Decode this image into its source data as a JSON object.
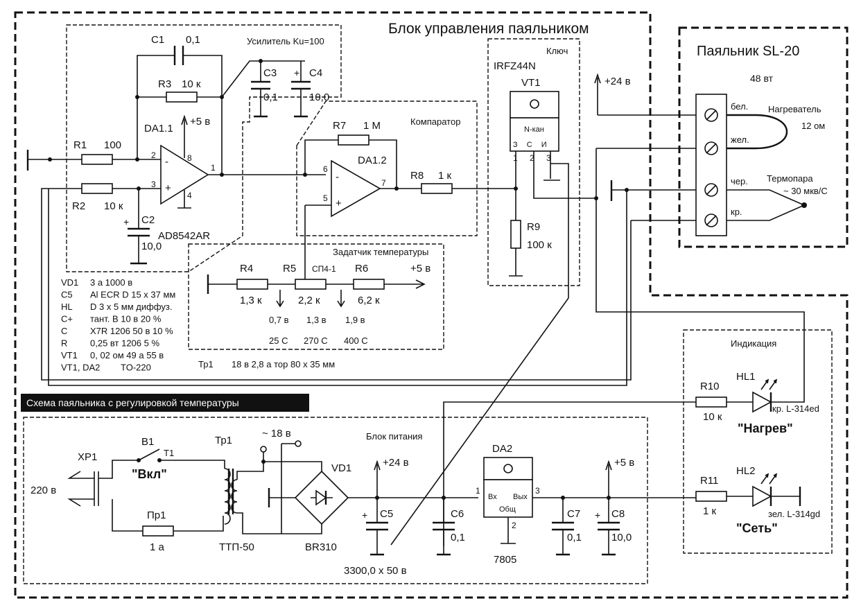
{
  "title_control": "Блок управления паяльником",
  "title_iron": "Паяльник SL-20",
  "iron_power": "48 вт",
  "caption": "Схема паяльника с регулировкой температуры",
  "amp": {
    "title": "Усилитель Ku=100",
    "c1": "C1",
    "c1v": "0,1",
    "r3": "R3",
    "r3v": "10 к",
    "c3": "C3",
    "c3v": "0,1",
    "c4": "C4",
    "c4v": "10,0",
    "da": "DA1.1",
    "plus5": "+5 в",
    "pin2": "2",
    "pin3": "3",
    "pin8": "8",
    "pin4": "4",
    "pin1": "1",
    "ic": "AD8542AR",
    "r1": "R1",
    "r1v": "100",
    "r2": "R2",
    "r2v": "10 к",
    "c2": "C2",
    "c2v": "10,0",
    "minus": "-",
    "plus": "+"
  },
  "comp": {
    "title": "Компаратор",
    "r7": "R7",
    "r7v": "1 M",
    "da": "DA1.2",
    "pin6": "6",
    "pin5": "5",
    "pin7": "7",
    "r8": "R8",
    "r8v": "1 к",
    "minus": "-",
    "plus": "+"
  },
  "key": {
    "title": "Ключ",
    "part": "IRFZ44N",
    "vt": "VT1",
    "type": "N-кан",
    "pin_labels": "З С И",
    "pins": "1 2 3",
    "r9": "R9",
    "r9v": "100 к",
    "plus24": "+24 в"
  },
  "setter": {
    "title": "Задатчик температуры",
    "r4": "R4",
    "r4v": "1,3 к",
    "r5": "R5",
    "r5v": "2,2 к",
    "sp": "СП4-1",
    "r6": "R6",
    "r6v": "6,2 к",
    "plus5": "+5 в",
    "v1": "0,7 в",
    "v2": "1,3 в",
    "v3": "1,9 в",
    "t1": "25 С",
    "t2": "270 С",
    "t3": "400 С"
  },
  "iron": {
    "bel": "бел.",
    "zhel": "жел.",
    "cher": "чер.",
    "kr": "кр.",
    "heater": "Нагреватель",
    "heater_r": "12 ом",
    "tc": "Термопара",
    "tc_v": "~ 30 мкв/С"
  },
  "notes": [
    {
      "a": "VD1",
      "b": "3 а 1000 в"
    },
    {
      "a": "C5",
      "b": "Al ECR D 15 x 37 мм"
    },
    {
      "a": "HL",
      "b": "D 3 x 5 мм диффуз."
    },
    {
      "a": "C+",
      "b": "тант. B 10 в 20 %"
    },
    {
      "a": "C",
      "b": "X7R 1206 50 в 10 %"
    },
    {
      "a": "R",
      "b": "0,25 вт 1206 5 %"
    },
    {
      "a": "VT1",
      "b": "0, 02 ом 49 а 55 в"
    },
    {
      "a": "VT1, DA2",
      "b": "TO-220"
    }
  ],
  "tr_note": {
    "a": "Тр1",
    "b": "18 в 2,8 а тор 80 x 35 мм"
  },
  "ind": {
    "title": "Индикация",
    "r10": "R10",
    "r10v": "10 к",
    "hl1": "HL1",
    "hl1p": "кр. L-314ed",
    "heat": "\"Нагрев\"",
    "r11": "R11",
    "r11v": "1 к",
    "hl2": "HL2",
    "hl2p": "зел. L-314gd",
    "net": "\"Сеть\""
  },
  "psu": {
    "title": "Блок питания",
    "xp": "XP1",
    "v220": "220 в",
    "b1": "B1",
    "t1": "T1",
    "vkl": "\"Вкл\"",
    "pr": "Пр1",
    "prv": "1 а",
    "tr": "Тр1",
    "trp": "ТТП-50",
    "v18": "~ 18 в",
    "vd": "VD1",
    "br": "BR310",
    "plus24": "+24 в",
    "c5": "C5",
    "c5v": "3300,0 x 50 в",
    "c6": "C6",
    "c6v": "0,1",
    "da2": "DA2",
    "vx": "Вх",
    "vyx": "Вых",
    "obsh": "Общ",
    "p1": "1",
    "p2": "2",
    "p3": "3",
    "reg": "7805",
    "plus5": "+5 в",
    "c7": "C7",
    "c7v": "0,1",
    "c8": "C8",
    "c8v": "10,0",
    "plus": "+"
  }
}
